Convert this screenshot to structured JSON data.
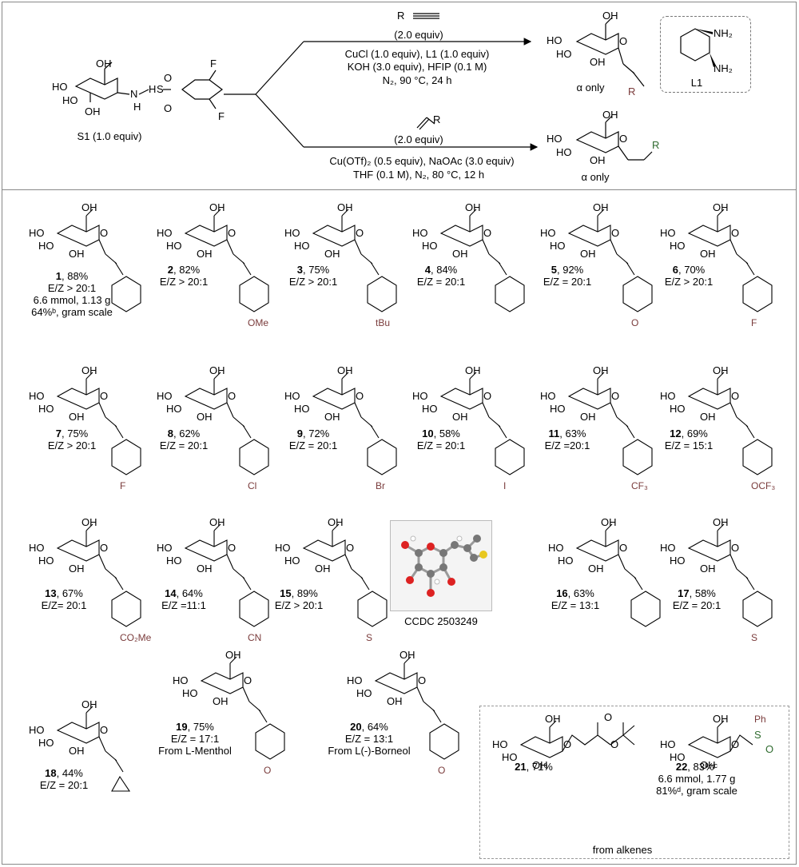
{
  "colors": {
    "substituent": "#7a3b3b",
    "sulfonyl": "#2f6b2f",
    "frame": "#888888"
  },
  "scheme": {
    "substrate_label": "S1 (1.0 equiv)",
    "upper": {
      "reagent": "R",
      "reagent_equiv": "(2.0 equiv)",
      "cond1": "CuCl (1.0 equiv), L1 (1.0 equiv)",
      "cond2": "KOH (3.0 equiv), HFIP (0.1 M)",
      "cond3": "N₂, 90 °C, 24 h",
      "selectivity": "α only"
    },
    "lower": {
      "reagent": "R",
      "reagent_equiv": "(2.0 equiv)",
      "cond1": "Cu(OTf)₂ (0.5 equiv), NaOAc (3.0 equiv)",
      "cond2": "THF (0.1 M), N₂, 80 °C, 12 h",
      "selectivity": "α only"
    },
    "ligand_label": "L1"
  },
  "products": [
    {
      "id": "1",
      "line1": ", 88%",
      "line2": "E/Z > 20:1",
      "line3": "6.6 mmol, 1.13 g",
      "line4": "64%ᵇ, gram scale",
      "sub": ""
    },
    {
      "id": "2",
      "line1": ", 82%",
      "line2": "E/Z > 20:1",
      "sub": "OMe"
    },
    {
      "id": "3",
      "line1": ", 75%",
      "line2": "E/Z > 20:1",
      "sub": "tBu"
    },
    {
      "id": "4",
      "line1": ", 84%",
      "line2": "E/Z = 20:1",
      "sub": ""
    },
    {
      "id": "5",
      "line1": ", 92%",
      "line2": "E/Z = 20:1",
      "sub": "O"
    },
    {
      "id": "6",
      "line1": ", 70%",
      "line2": "E/Z > 20:1",
      "sub": "F"
    },
    {
      "id": "7",
      "line1": ", 75%",
      "line2": "E/Z > 20:1",
      "sub": "F"
    },
    {
      "id": "8",
      "line1": ", 62%",
      "line2": "E/Z = 20:1",
      "sub": "Cl"
    },
    {
      "id": "9",
      "line1": ", 72%",
      "line2": "E/Z = 20:1",
      "sub": "Br"
    },
    {
      "id": "10",
      "line1": ", 58%",
      "line2": "E/Z = 20:1",
      "sub": "I"
    },
    {
      "id": "11",
      "line1": ", 63%",
      "line2": "E/Z =20:1",
      "sub": "CF₃"
    },
    {
      "id": "12",
      "line1": ", 69%",
      "line2": "E/Z = 15:1",
      "sub": "OCF₃"
    },
    {
      "id": "13",
      "line1": ", 67%",
      "line2": "E/Z= 20:1",
      "sub": "CO₂Me"
    },
    {
      "id": "14",
      "line1": ", 64%",
      "line2": "E/Z =11:1",
      "sub": "CN"
    },
    {
      "id": "15",
      "line1": ", 89%",
      "line2": "E/Z > 20:1",
      "sub": "S"
    },
    {
      "id": "16",
      "line1": ", 63%",
      "line2": "E/Z = 13:1",
      "sub": ""
    },
    {
      "id": "17",
      "line1": ", 58%",
      "line2": "E/Z = 20:1",
      "sub": "S"
    },
    {
      "id": "18",
      "line1": ", 44%",
      "line2": "E/Z = 20:1",
      "sub": ""
    },
    {
      "id": "19",
      "line1": ", 75%",
      "line2": "E/Z = 17:1",
      "line3": "From L-Menthol",
      "sub": "O"
    },
    {
      "id": "20",
      "line1": ", 64%",
      "line2": "E/Z = 13:1",
      "line3": "From L(-)-Borneol",
      "sub": "O"
    },
    {
      "id": "21",
      "line1": ", 71%"
    },
    {
      "id": "22",
      "line1": ", 83%ᶜ",
      "line2": "6.6 mmol, 1.77 g",
      "line3": "81%ᵈ, gram scale",
      "sub": "Ph"
    }
  ],
  "ccdc": "CCDC 2503249",
  "alkene_box_label": "from alkenes"
}
